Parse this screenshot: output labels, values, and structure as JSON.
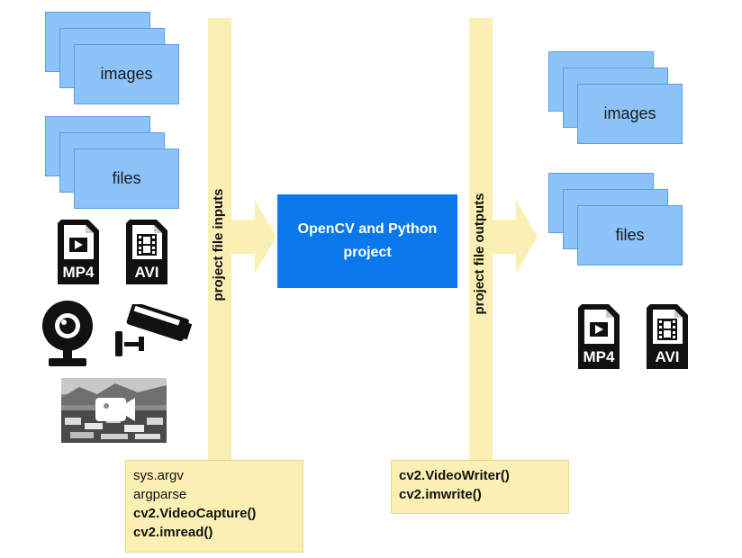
{
  "left_stacks": [
    {
      "label": "images"
    },
    {
      "label": "files"
    }
  ],
  "right_stacks": [
    {
      "label": "images"
    },
    {
      "label": "files"
    }
  ],
  "icons": {
    "mp4": "MP4",
    "avi": "AVI"
  },
  "bars": {
    "inputs_label": "project file inputs",
    "outputs_label": "project file outputs"
  },
  "center": {
    "line1": "OpenCV and Python",
    "line2": "project"
  },
  "input_code": {
    "line1": "sys.argv",
    "line2": "argparse",
    "line3": "cv2.VideoCapture()",
    "line4": "cv2.imread()"
  },
  "output_code": {
    "line1": "cv2.VideoWriter()",
    "line2": "cv2.imwrite()"
  },
  "colors": {
    "card_blue": "#8cc3f8",
    "center_blue": "#0a78ea",
    "yellow": "#fbf0b3"
  },
  "icon_names": [
    "mp4-file-icon",
    "avi-file-icon",
    "webcam-icon",
    "security-camera-icon",
    "video-photo-icon"
  ]
}
